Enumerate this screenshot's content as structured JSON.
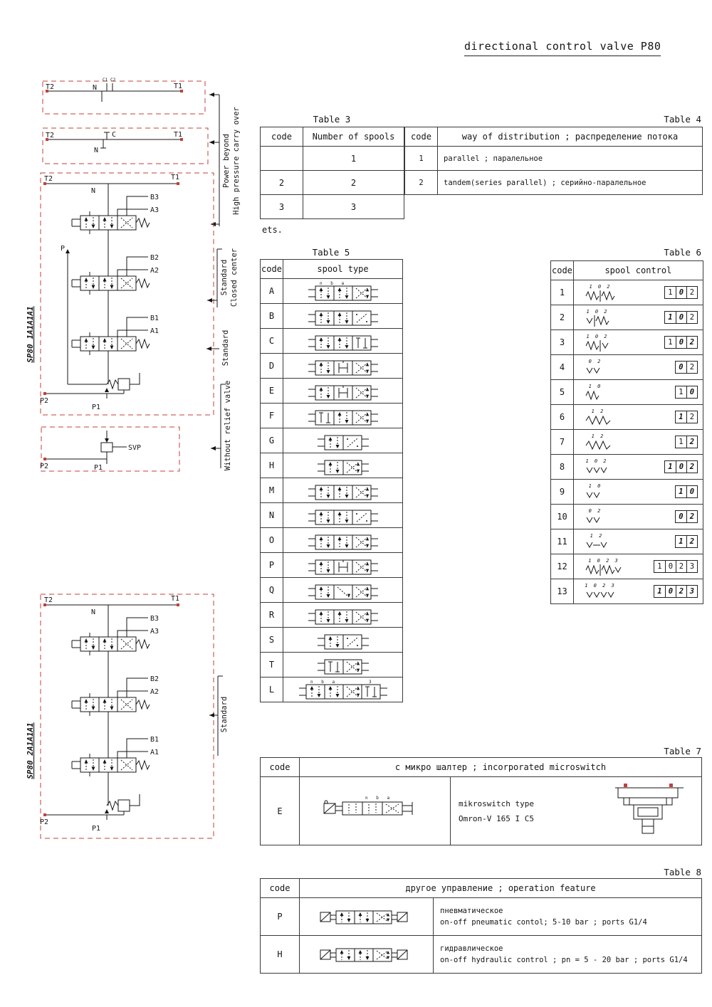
{
  "title": "directional control valve P80",
  "diagrams": {
    "d1": {
      "t2": "T2",
      "t1": "T1",
      "n": "N",
      "c1": "C1",
      "c2": "C2"
    },
    "d2": {
      "t2": "T2",
      "t1": "T1",
      "c": "C",
      "n": "N"
    },
    "d3": {
      "t2": "T2",
      "n": "N",
      "t1": "T1",
      "b3": "B3",
      "a3": "A3",
      "p": "P",
      "b2": "B2",
      "a2": "A2",
      "b1": "B1",
      "a1": "A1",
      "p2": "P2",
      "p1": "P1",
      "side": "SP80 1A1A1A1"
    },
    "d4": {
      "p2": "P2",
      "p1": "P1",
      "svp": "SVP"
    },
    "d5": {
      "t2": "T2",
      "n": "N",
      "t1": "T1",
      "b3": "B3",
      "a3": "A3",
      "b2": "B2",
      "a2": "A2",
      "b1": "B1",
      "a1": "A1",
      "p2": "P2",
      "p1": "P1",
      "side": "SP80 2A1A1A1"
    }
  },
  "annotations": {
    "a1l1": "Power beyond",
    "a1l2": "High pressure carry over",
    "a2l1": "Standard",
    "a2l2": "Closed center",
    "a3": "Standard",
    "a4": "Without relief valve",
    "a5": "Standard"
  },
  "table3": {
    "title": "Table 3",
    "headers": [
      "code",
      "Number of spools"
    ],
    "rows": [
      [
        "",
        "1"
      ],
      [
        "2",
        "2"
      ],
      [
        "3",
        "3"
      ]
    ],
    "note": "ets."
  },
  "table4": {
    "title": "Table 4",
    "headers": [
      "code",
      "way of distribution ;  распределение потока"
    ],
    "rows": [
      [
        "1",
        "parallel ;  паралельное"
      ],
      [
        "2",
        "tandem(series parallel) ;  серийно-паралельное"
      ]
    ]
  },
  "table5": {
    "title": "Table 5",
    "headers": [
      "code",
      "spool type"
    ],
    "rows": [
      {
        "code": "A",
        "top": "n b a",
        "cells": [
          "ar",
          "ar",
          "x"
        ]
      },
      {
        "code": "B",
        "top": "",
        "cells": [
          "ar",
          "ar",
          "sl"
        ]
      },
      {
        "code": "C",
        "top": "",
        "cells": [
          "ar",
          "ar",
          "ln"
        ]
      },
      {
        "code": "D",
        "top": "",
        "cells": [
          "ar",
          "h",
          "x"
        ]
      },
      {
        "code": "E",
        "top": "",
        "cells": [
          "ar",
          "h",
          "x"
        ]
      },
      {
        "code": "F",
        "top": "",
        "cells": [
          "ln",
          "ar",
          "x"
        ]
      },
      {
        "code": "G",
        "top": "",
        "cells": [
          "ar",
          "sl"
        ]
      },
      {
        "code": "H",
        "top": "",
        "cells": [
          "ar",
          "x"
        ]
      },
      {
        "code": "M",
        "top": "",
        "cells": [
          "ar",
          "ar",
          "x"
        ]
      },
      {
        "code": "N",
        "top": "",
        "cells": [
          "ar",
          "ar",
          "sl"
        ]
      },
      {
        "code": "O",
        "top": "",
        "cells": [
          "ar",
          "ar",
          "x"
        ]
      },
      {
        "code": "P",
        "top": "",
        "cells": [
          "ar",
          "h",
          "x"
        ]
      },
      {
        "code": "Q",
        "top": "",
        "cells": [
          "ar",
          "bs",
          "x"
        ]
      },
      {
        "code": "R",
        "top": "",
        "cells": [
          "ar",
          "ar",
          "x"
        ]
      },
      {
        "code": "S",
        "top": "",
        "cells": [
          "ar",
          "sl"
        ]
      },
      {
        "code": "T",
        "top": "",
        "cells": [
          "ln",
          "x"
        ]
      },
      {
        "code": "L",
        "top": "n b a",
        "top_right": "3",
        "cells": [
          "ar",
          "ar",
          "x",
          "ln"
        ]
      }
    ]
  },
  "table6": {
    "title": "Table 6",
    "headers": [
      "code",
      "spool control"
    ],
    "rows": [
      {
        "code": "1",
        "sym": [
          "s",
          "|",
          "s"
        ],
        "nums": "1 0 2",
        "box": [
          [
            "1",
            0
          ],
          [
            "0",
            1
          ],
          [
            "2",
            0
          ]
        ]
      },
      {
        "code": "2",
        "sym": [
          "d",
          "|",
          "s"
        ],
        "nums": "1 0 2",
        "box": [
          [
            "1",
            1
          ],
          [
            "0",
            1
          ],
          [
            "2",
            0
          ]
        ]
      },
      {
        "code": "3",
        "sym": [
          "s",
          "|",
          "d"
        ],
        "nums": "1 0 2",
        "box": [
          [
            "1",
            0
          ],
          [
            "0",
            1
          ],
          [
            "2",
            1
          ]
        ]
      },
      {
        "code": "4",
        "sym": [
          "d",
          "d"
        ],
        "nums": "0 2",
        "box": [
          [
            "0",
            1
          ],
          [
            "2",
            0
          ]
        ]
      },
      {
        "code": "5",
        "sym": [
          "s"
        ],
        "nums": "1 0",
        "box": [
          [
            "1",
            0
          ],
          [
            "0",
            1
          ]
        ]
      },
      {
        "code": "6",
        "sym": [
          "S"
        ],
        "nums": "1 2",
        "box": [
          [
            "1",
            1
          ],
          [
            "2",
            0
          ]
        ]
      },
      {
        "code": "7",
        "sym": [
          "S"
        ],
        "nums": "1 2",
        "box": [
          [
            "1",
            0
          ],
          [
            "2",
            1
          ]
        ]
      },
      {
        "code": "8",
        "sym": [
          "d",
          "d",
          "d"
        ],
        "nums": "1 0 2",
        "box": [
          [
            "1",
            1
          ],
          [
            "0",
            1
          ],
          [
            "2",
            1
          ]
        ]
      },
      {
        "code": "9",
        "sym": [
          "d",
          "d"
        ],
        "nums": "1 0",
        "box": [
          [
            "1",
            1
          ],
          [
            "0",
            1
          ]
        ]
      },
      {
        "code": "10",
        "sym": [
          "d",
          "d"
        ],
        "nums": "0 2",
        "box": [
          [
            "0",
            1
          ],
          [
            "2",
            1
          ]
        ]
      },
      {
        "code": "11",
        "sym": [
          "d",
          "-",
          "d"
        ],
        "nums": "1 2",
        "box": [
          [
            "1",
            1
          ],
          [
            "2",
            1
          ]
        ]
      },
      {
        "code": "12",
        "sym": [
          "s",
          "|",
          "s",
          "d"
        ],
        "nums": "1 0 2 3",
        "box": [
          [
            "1",
            0
          ],
          [
            "0",
            0
          ],
          [
            "2",
            0
          ],
          [
            "3",
            0
          ]
        ]
      },
      {
        "code": "13",
        "sym": [
          "d",
          "d",
          "d",
          "d"
        ],
        "nums": "1 0 2 3",
        "box": [
          [
            "1",
            1
          ],
          [
            "0",
            1
          ],
          [
            "2",
            1
          ],
          [
            "3",
            1
          ]
        ]
      }
    ]
  },
  "table7": {
    "title": "Table 7",
    "headers": [
      "code",
      "с микро шалтер ;  incorporated microswitch"
    ],
    "symbol_top": "n b a",
    "rows": [
      {
        "code": "E",
        "desc1": "mikroswitch type",
        "desc2": "Omron-V 165 I C5"
      }
    ]
  },
  "table8": {
    "title": "Table 8",
    "headers": [
      "code",
      "другое управление ;  operation feature"
    ],
    "rows": [
      {
        "code": "P",
        "line1": "пневматическое",
        "line2": "on-off pneumatic contol; 5-10 bar ;  ports G1/4"
      },
      {
        "code": "H",
        "line1": "гидравлическое",
        "line2": "on-off hydraulic control ; pn = 5 - 20 bar ;  ports G1/4"
      }
    ]
  }
}
